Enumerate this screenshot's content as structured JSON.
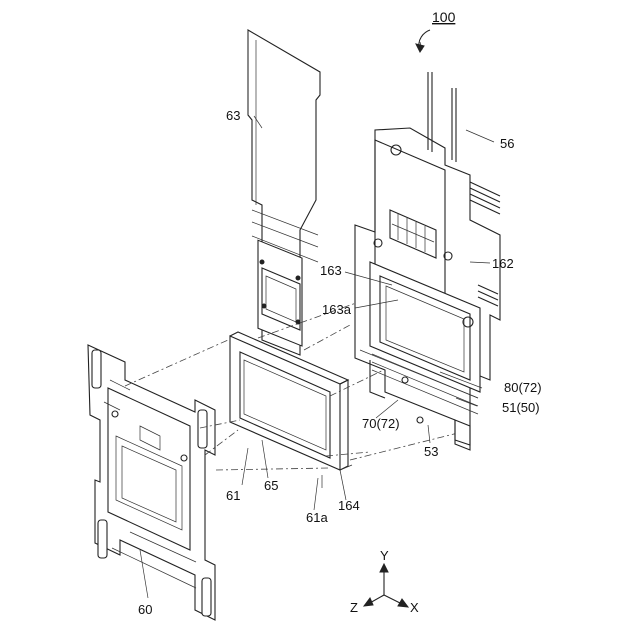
{
  "labels": {
    "assembly": "100",
    "flex_cable": "63",
    "wiring": "56",
    "holder_162": "162",
    "holder_163": "163",
    "holder_163a": "163a",
    "ref_80_72": "80(72)",
    "ref_51_50": "51(50)",
    "ref_70_72": "70(72)",
    "ref_53": "53",
    "sensor_61": "61",
    "sensor_65": "65",
    "sensor_61a": "61a",
    "sensor_164": "164",
    "plate_60": "60"
  },
  "axes": {
    "y": "Y",
    "z": "Z",
    "x": "X"
  }
}
